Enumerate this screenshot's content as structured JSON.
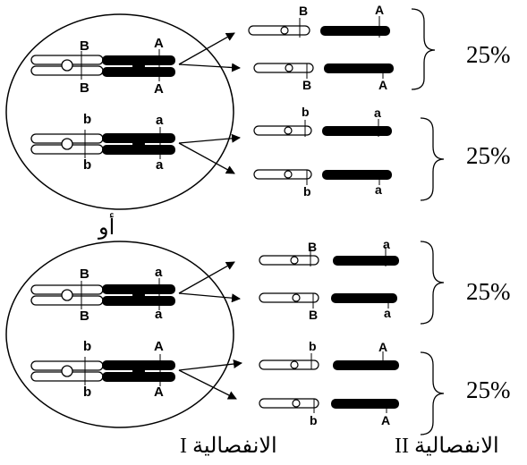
{
  "connector": "أو",
  "stages": {
    "meiosis1": "الانفصالية I",
    "meiosis2": "الانفصالية II"
  },
  "cells": [
    {
      "top_pair": {
        "white": "B",
        "black": "A"
      },
      "bottom_pair": {
        "white": "b",
        "black": "a"
      }
    },
    {
      "top_pair": {
        "white": "B",
        "black": "a"
      },
      "bottom_pair": {
        "white": "b",
        "black": "A"
      }
    }
  ],
  "gametes": [
    {
      "white": "B",
      "black": "A"
    },
    {
      "white": "B",
      "black": "A"
    },
    {
      "white": "b",
      "black": "a"
    },
    {
      "white": "b",
      "black": "a"
    },
    {
      "white": "B",
      "black": "a"
    },
    {
      "white": "B",
      "black": "a"
    },
    {
      "white": "b",
      "black": "A"
    },
    {
      "white": "b",
      "black": "A"
    }
  ],
  "percentages": [
    "25%",
    "25%",
    "25%",
    "25%"
  ]
}
